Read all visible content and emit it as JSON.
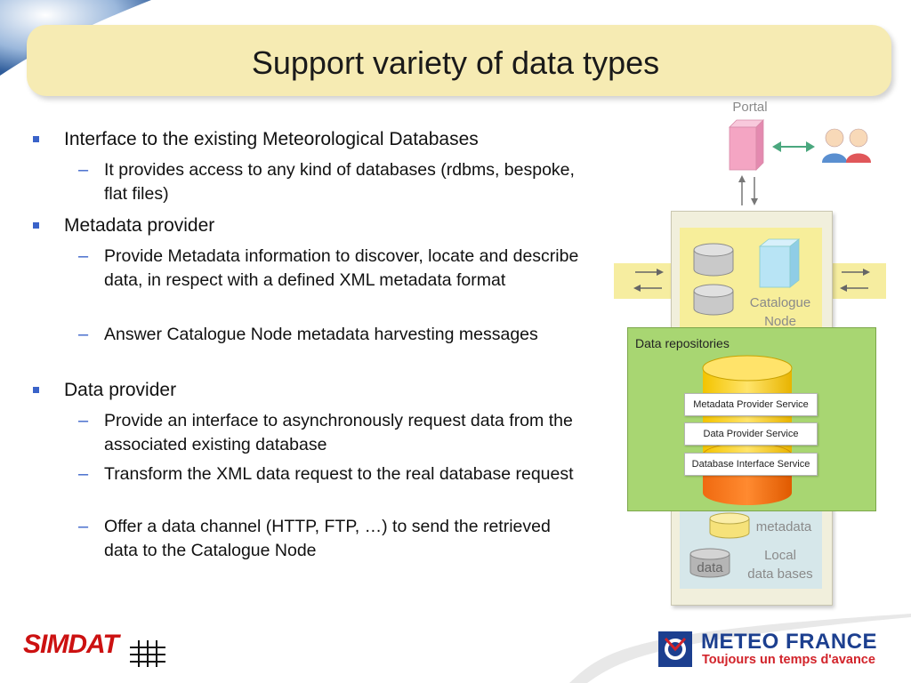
{
  "title": "Support variety of data types",
  "bullets": [
    {
      "text": "Interface to the existing Meteorological Databases",
      "subs": [
        "It provides access to any kind of databases (rdbms, bespoke, flat files)"
      ]
    },
    {
      "text": "Metadata provider",
      "subs": [
        "Provide Metadata information to discover, locate and describe data, in respect with a defined XML metadata format",
        "Answer Catalogue Node metadata harvesting messages"
      ]
    },
    {
      "text": "Data provider",
      "subs": [
        "Provide an interface to asynchronously request data from the associated existing database",
        "Transform the XML data request to the real database request",
        "Offer a data channel (HTTP, FTP, …) to send the retrieved data to the Catalogue Node"
      ]
    }
  ],
  "diagram": {
    "portal_label": "Portal",
    "catalogue_line1": "Catalogue",
    "catalogue_line2": "Node",
    "repositories_label": "Data repositories",
    "services": [
      "Metadata Provider Service",
      "Data Provider Service",
      "Database Interface Service"
    ],
    "metadata_label": "metadata",
    "data_label": "data",
    "local_line1": "Local",
    "local_line2": "data bases"
  },
  "footer": {
    "simdat_logo": "SIMDAT",
    "meteo_name": "METEO FRANCE",
    "meteo_tagline": "Toujours un temps d'avance"
  }
}
